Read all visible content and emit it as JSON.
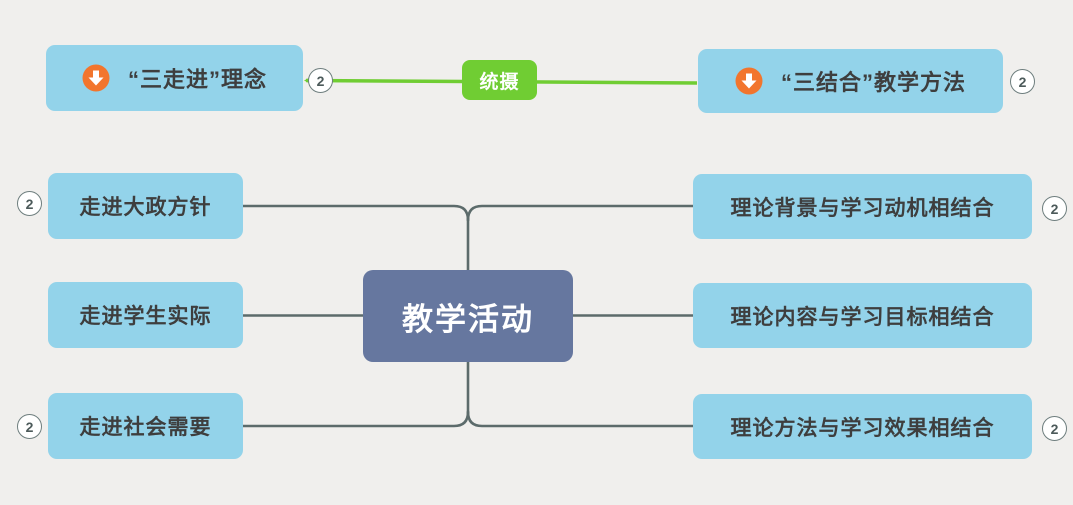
{
  "app": {
    "type": "mind-map-canvas",
    "background": "#f0efed"
  },
  "colors": {
    "topic_fill": "#93d3ea",
    "central_fill": "#66779f",
    "connector_line": "#5c6b6b",
    "relationship_line": "#70cd33",
    "icon_circle": "#f2752d",
    "topic_text": "#3e3e3e",
    "badge_border": "#6e7e7e",
    "badge_text": "#4c5a5a"
  },
  "central_topic": {
    "label": "教学活动"
  },
  "summary_topics": {
    "left": {
      "label": "“三走进”理念",
      "badge": "2",
      "icon": "down-arrow-icon"
    },
    "right": {
      "label": "“三结合”教学方法",
      "badge": "2",
      "icon": "down-arrow-icon"
    }
  },
  "relationship": {
    "label": "统摄"
  },
  "left_topics": [
    {
      "label": "走进大政方针",
      "badge": "2"
    },
    {
      "label": "走进学生实际"
    },
    {
      "label": "走进社会需要",
      "badge": "2"
    }
  ],
  "right_topics": [
    {
      "label": "理论背景与学习动机相结合",
      "badge": "2"
    },
    {
      "label": "理论内容与学习目标相结合"
    },
    {
      "label": "理论方法与学习效果相结合",
      "badge": "2"
    }
  ]
}
